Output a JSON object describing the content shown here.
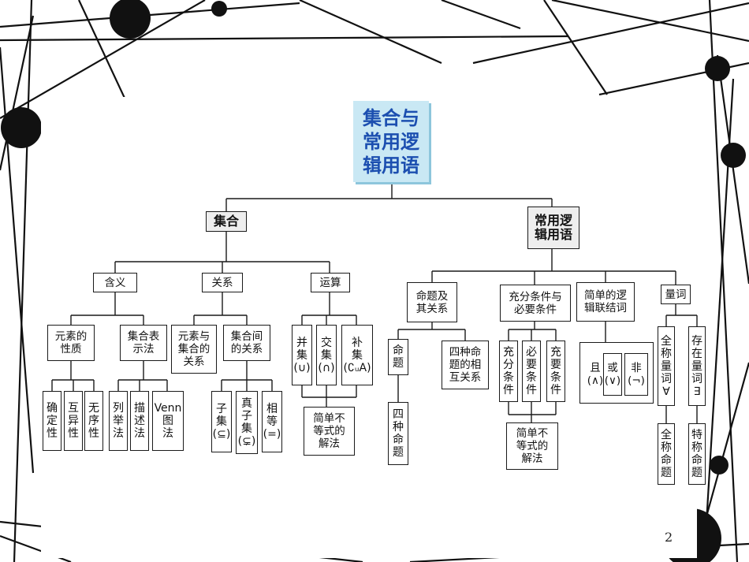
{
  "root": "集合与\n常用逻\n辑用语",
  "set": {
    "title": "集合",
    "meaning": {
      "label": "含义",
      "element_props": "元素的\n性质",
      "props": [
        "确\n定\n性",
        "互\n异\n性",
        "无\n序\n性"
      ],
      "representation": "集合表\n示法",
      "methods": [
        "列\n举\n法",
        "描\n述\n法",
        "Venn\n图\n法"
      ]
    },
    "relation": {
      "label": "关系",
      "elem_set": "元素与\n集合的\n关系",
      "between_sets": "集合间\n的关系",
      "kinds": [
        "子\n集\n(⊆)",
        "真\n子\n集\n(⊊)",
        "相\n等\n(=)"
      ]
    },
    "operation": {
      "label": "运算",
      "ops": [
        "并\n集\n(∪)",
        "交\n集\n(∩)",
        "补\n集\n(∁ᵤA)"
      ],
      "inequality": "简单不\n等式的\n解法"
    }
  },
  "logic": {
    "title": "常用逻\n辑用语",
    "proposition": {
      "label": "命题及\n其关系",
      "prop": "命\n题",
      "four_kinds": "四\n种\n命\n题",
      "four_relation": "四种命\n题的相\n互关系"
    },
    "conditions": {
      "label": "充分条件与\n必要条件",
      "kinds": [
        "充\n分\n条\n件",
        "必\n要\n条\n件",
        "充\n要\n条\n件"
      ],
      "inequality": "简单不\n等式的\n解法"
    },
    "connectives": {
      "label": "简单的逻\n辑联结词",
      "items": [
        "且\n(∧)",
        "或\n(∨)",
        "非\n(¬)"
      ]
    },
    "quantifiers": {
      "label": "量词",
      "universal": "全\n称\n量\n词\n∀",
      "existential": "存\n在\n量\n词\n∃",
      "universal_prop": "全\n称\n命\n题",
      "existential_prop": "特\n称\n命\n题"
    }
  },
  "page_number": "2",
  "colors": {
    "root_bg": "#c9e8f4",
    "root_text": "#1c4fb0",
    "line": "#1a1a1a",
    "deco": "#111111"
  }
}
